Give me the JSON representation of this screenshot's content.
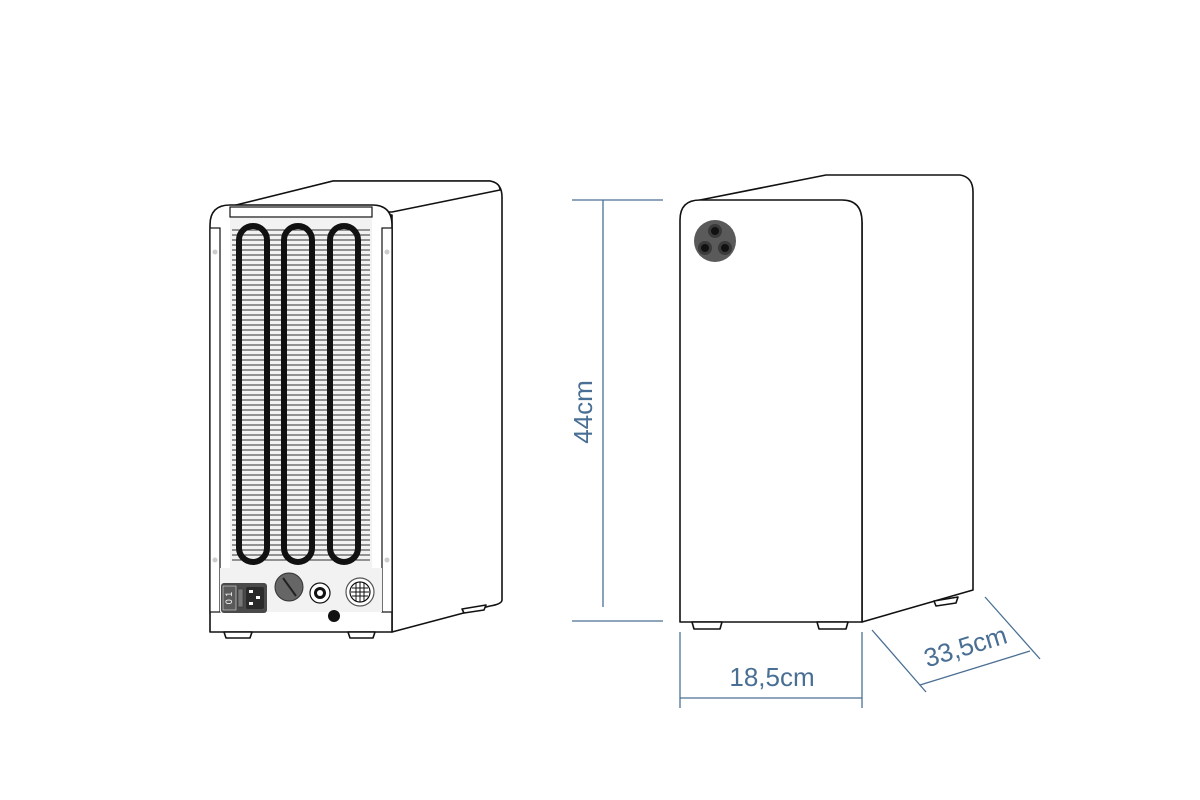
{
  "diagram": {
    "rear_view": {
      "switch_label": "0 1"
    },
    "dimensions": {
      "height": "44cm",
      "width": "18,5cm",
      "depth": "33,5cm"
    },
    "colors": {
      "dimension": "#4a6f94",
      "outline": "#111111",
      "connector": "#5a5a5a"
    }
  }
}
